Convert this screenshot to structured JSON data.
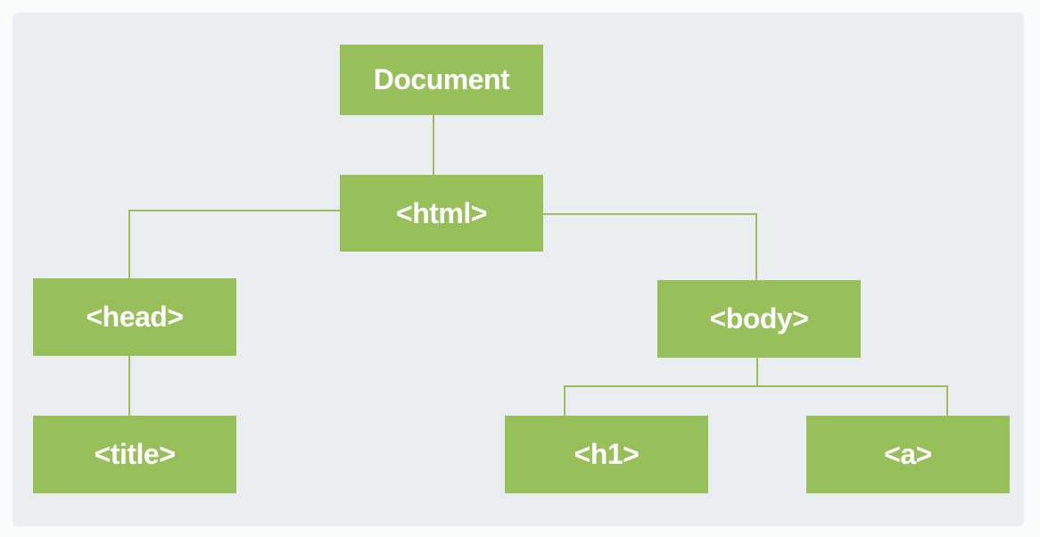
{
  "diagram": {
    "nodes": {
      "document": "Document",
      "html": "<html>",
      "head": "<head>",
      "body": "<body>",
      "title": "<title>",
      "h1": "<h1>",
      "a": "<a>"
    },
    "edges": [
      [
        "document",
        "html"
      ],
      [
        "html",
        "head"
      ],
      [
        "html",
        "body"
      ],
      [
        "head",
        "title"
      ],
      [
        "body",
        "h1"
      ],
      [
        "body",
        "a"
      ]
    ],
    "colors": {
      "node_fill": "#97bf5a",
      "node_text": "#ffffff",
      "connector": "#9bbf5c",
      "panel_background": "#ebeef0"
    }
  }
}
